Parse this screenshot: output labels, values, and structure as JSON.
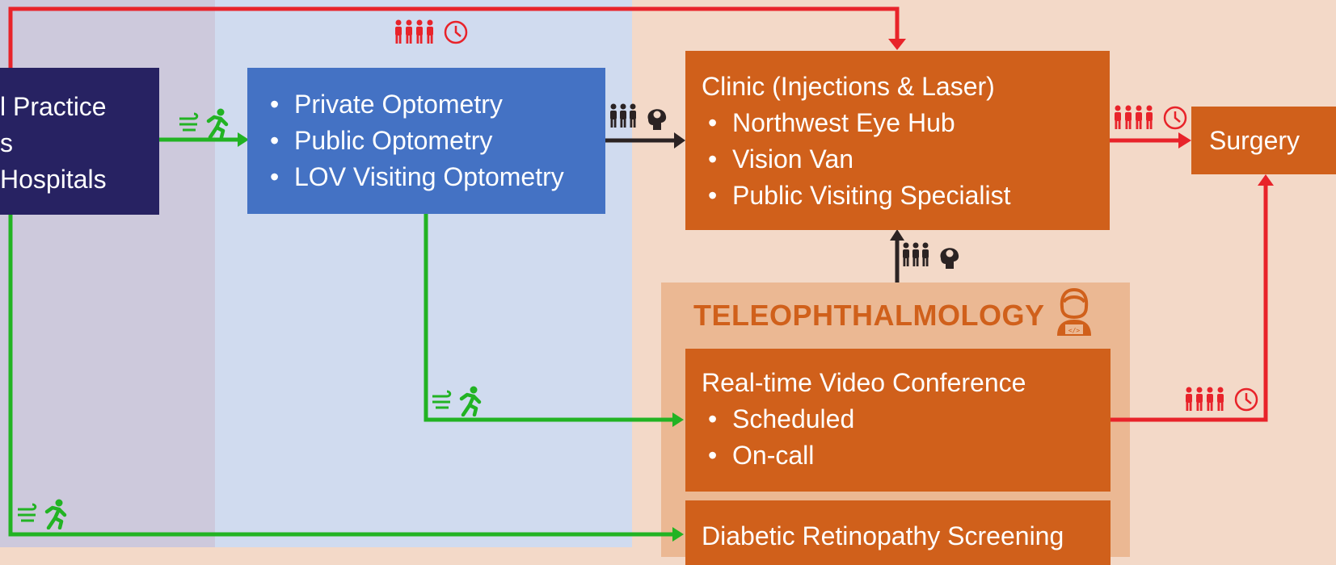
{
  "referral": {
    "lines": [
      "l Practice",
      "s",
      "Hospitals"
    ]
  },
  "optometry": {
    "items": [
      "Private Optometry",
      "Public Optometry",
      "LOV Visiting Optometry"
    ]
  },
  "clinic": {
    "title": "Clinic (Injections & Laser)",
    "items": [
      "Northwest Eye Hub",
      "Vision Van",
      "Public Visiting Specialist"
    ]
  },
  "surgery": {
    "label": "Surgery"
  },
  "tele": {
    "title": "TELEOPHTHALMOLOGY",
    "video": {
      "title": "Real-time Video Conference",
      "items": [
        "Scheduled",
        "On-call"
      ]
    },
    "screening": {
      "title": "Diabetic Retinopathy Screening"
    }
  },
  "colors": {
    "referral_band": "#cdc9dc",
    "optometry_band": "#d0dbef",
    "ophthalmology_band": "#f3d9c8",
    "navy": "#272262",
    "blue": "#4472c4",
    "orange": "#d0601b",
    "tele_panel": "#ebb893",
    "red": "#e8232a",
    "green": "#22b323",
    "dark": "#2b2323"
  },
  "icons": {
    "people_clock": "people-clock-icon",
    "people_brain": "people-brain-icon",
    "running": "running-person-icon",
    "doctor_laptop": "doctor-laptop-icon"
  }
}
